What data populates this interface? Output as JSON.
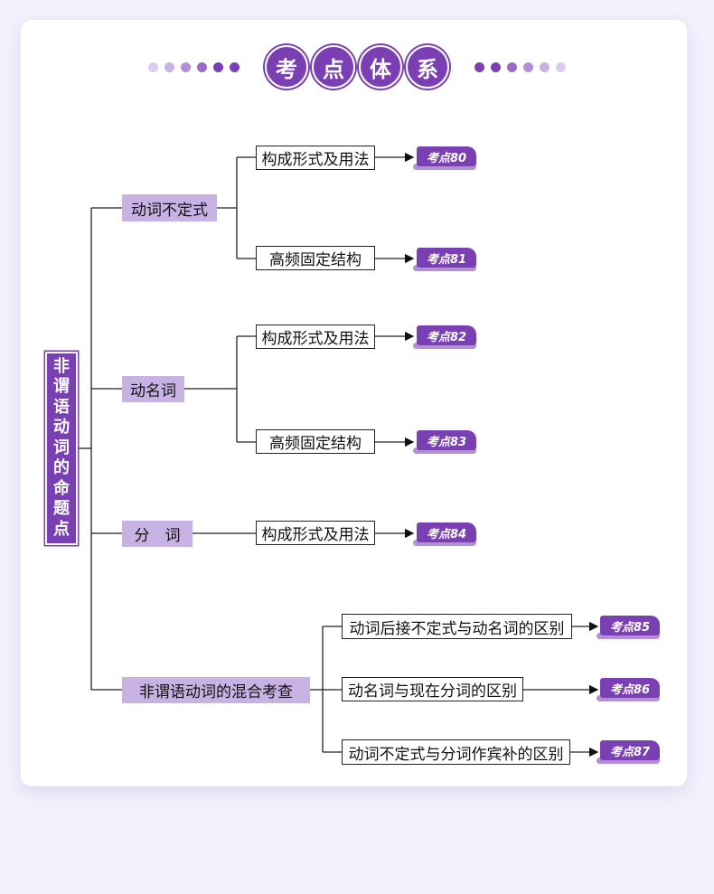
{
  "header": {
    "title_chars": [
      "考",
      "点",
      "体",
      "系"
    ]
  },
  "colors": {
    "accent": "#7b3fb4",
    "level1_bg": "#c8b2e4",
    "tag_shadow": "#b48fd8",
    "background": "#f3f1fd"
  },
  "root": {
    "chars": [
      "非",
      "谓",
      "语",
      "动",
      "词",
      "的",
      "命",
      "题",
      "点"
    ]
  },
  "categories": [
    {
      "label": "动词不定式",
      "items": [
        {
          "label": "构成形式及用法",
          "tag": "考点80"
        },
        {
          "label": "高频固定结构",
          "tag": "考点81"
        }
      ]
    },
    {
      "label": "动名词",
      "items": [
        {
          "label": "构成形式及用法",
          "tag": "考点82"
        },
        {
          "label": "高频固定结构",
          "tag": "考点83"
        }
      ]
    },
    {
      "label": "分　词",
      "items": [
        {
          "label": "构成形式及用法",
          "tag": "考点84"
        }
      ]
    },
    {
      "label": "非谓语动词的混合考查",
      "items": [
        {
          "label": "动词后接不定式与动名词的区别",
          "tag": "考点85"
        },
        {
          "label": "动名词与现在分词的区别",
          "tag": "考点86"
        },
        {
          "label": "动词不定式与分词作宾补的区别",
          "tag": "考点87"
        }
      ]
    }
  ]
}
